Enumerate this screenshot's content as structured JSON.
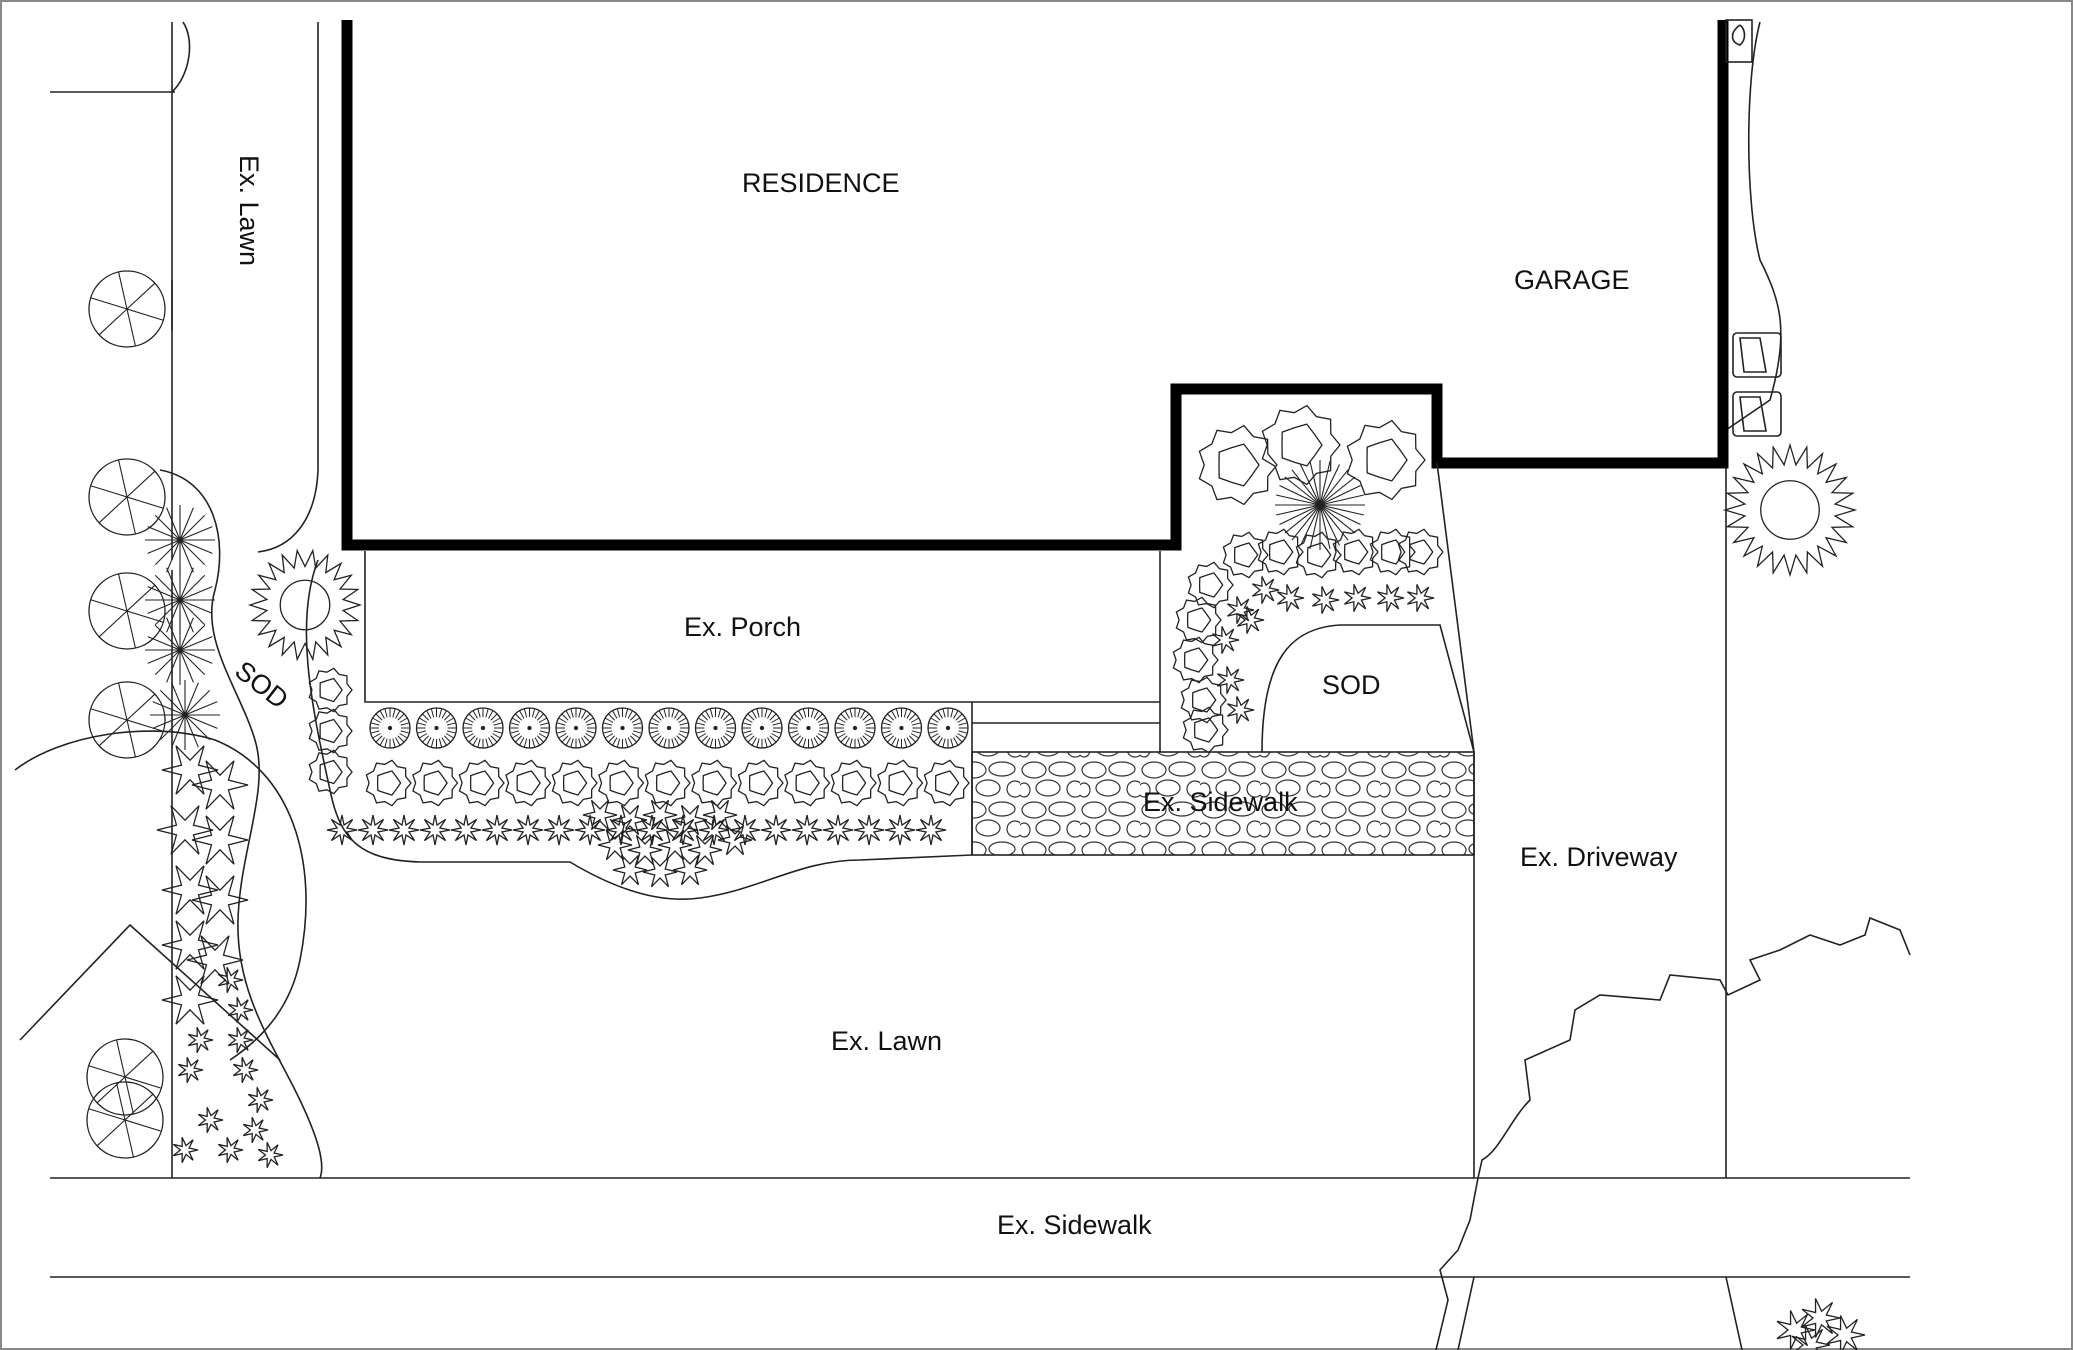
{
  "labels": {
    "residence": "RESIDENCE",
    "garage": "GARAGE",
    "ex_lawn_side": "Ex. Lawn",
    "ex_porch": "Ex. Porch",
    "sod_left": "SOD",
    "sod_right": "SOD",
    "ex_sidewalk_front": "Ex. Sidewalk",
    "ex_driveway": "Ex. Driveway",
    "ex_lawn_front": "Ex. Lawn",
    "ex_sidewalk_street": "Ex. Sidewalk"
  },
  "plants": {
    "grass_row_count": 13,
    "shrub_row_count": 13,
    "perennial_row_count": 20,
    "left_column_shrubs": 3
  },
  "colors": {
    "line": "#222222",
    "wall": "#000000",
    "background": "#ffffff"
  }
}
